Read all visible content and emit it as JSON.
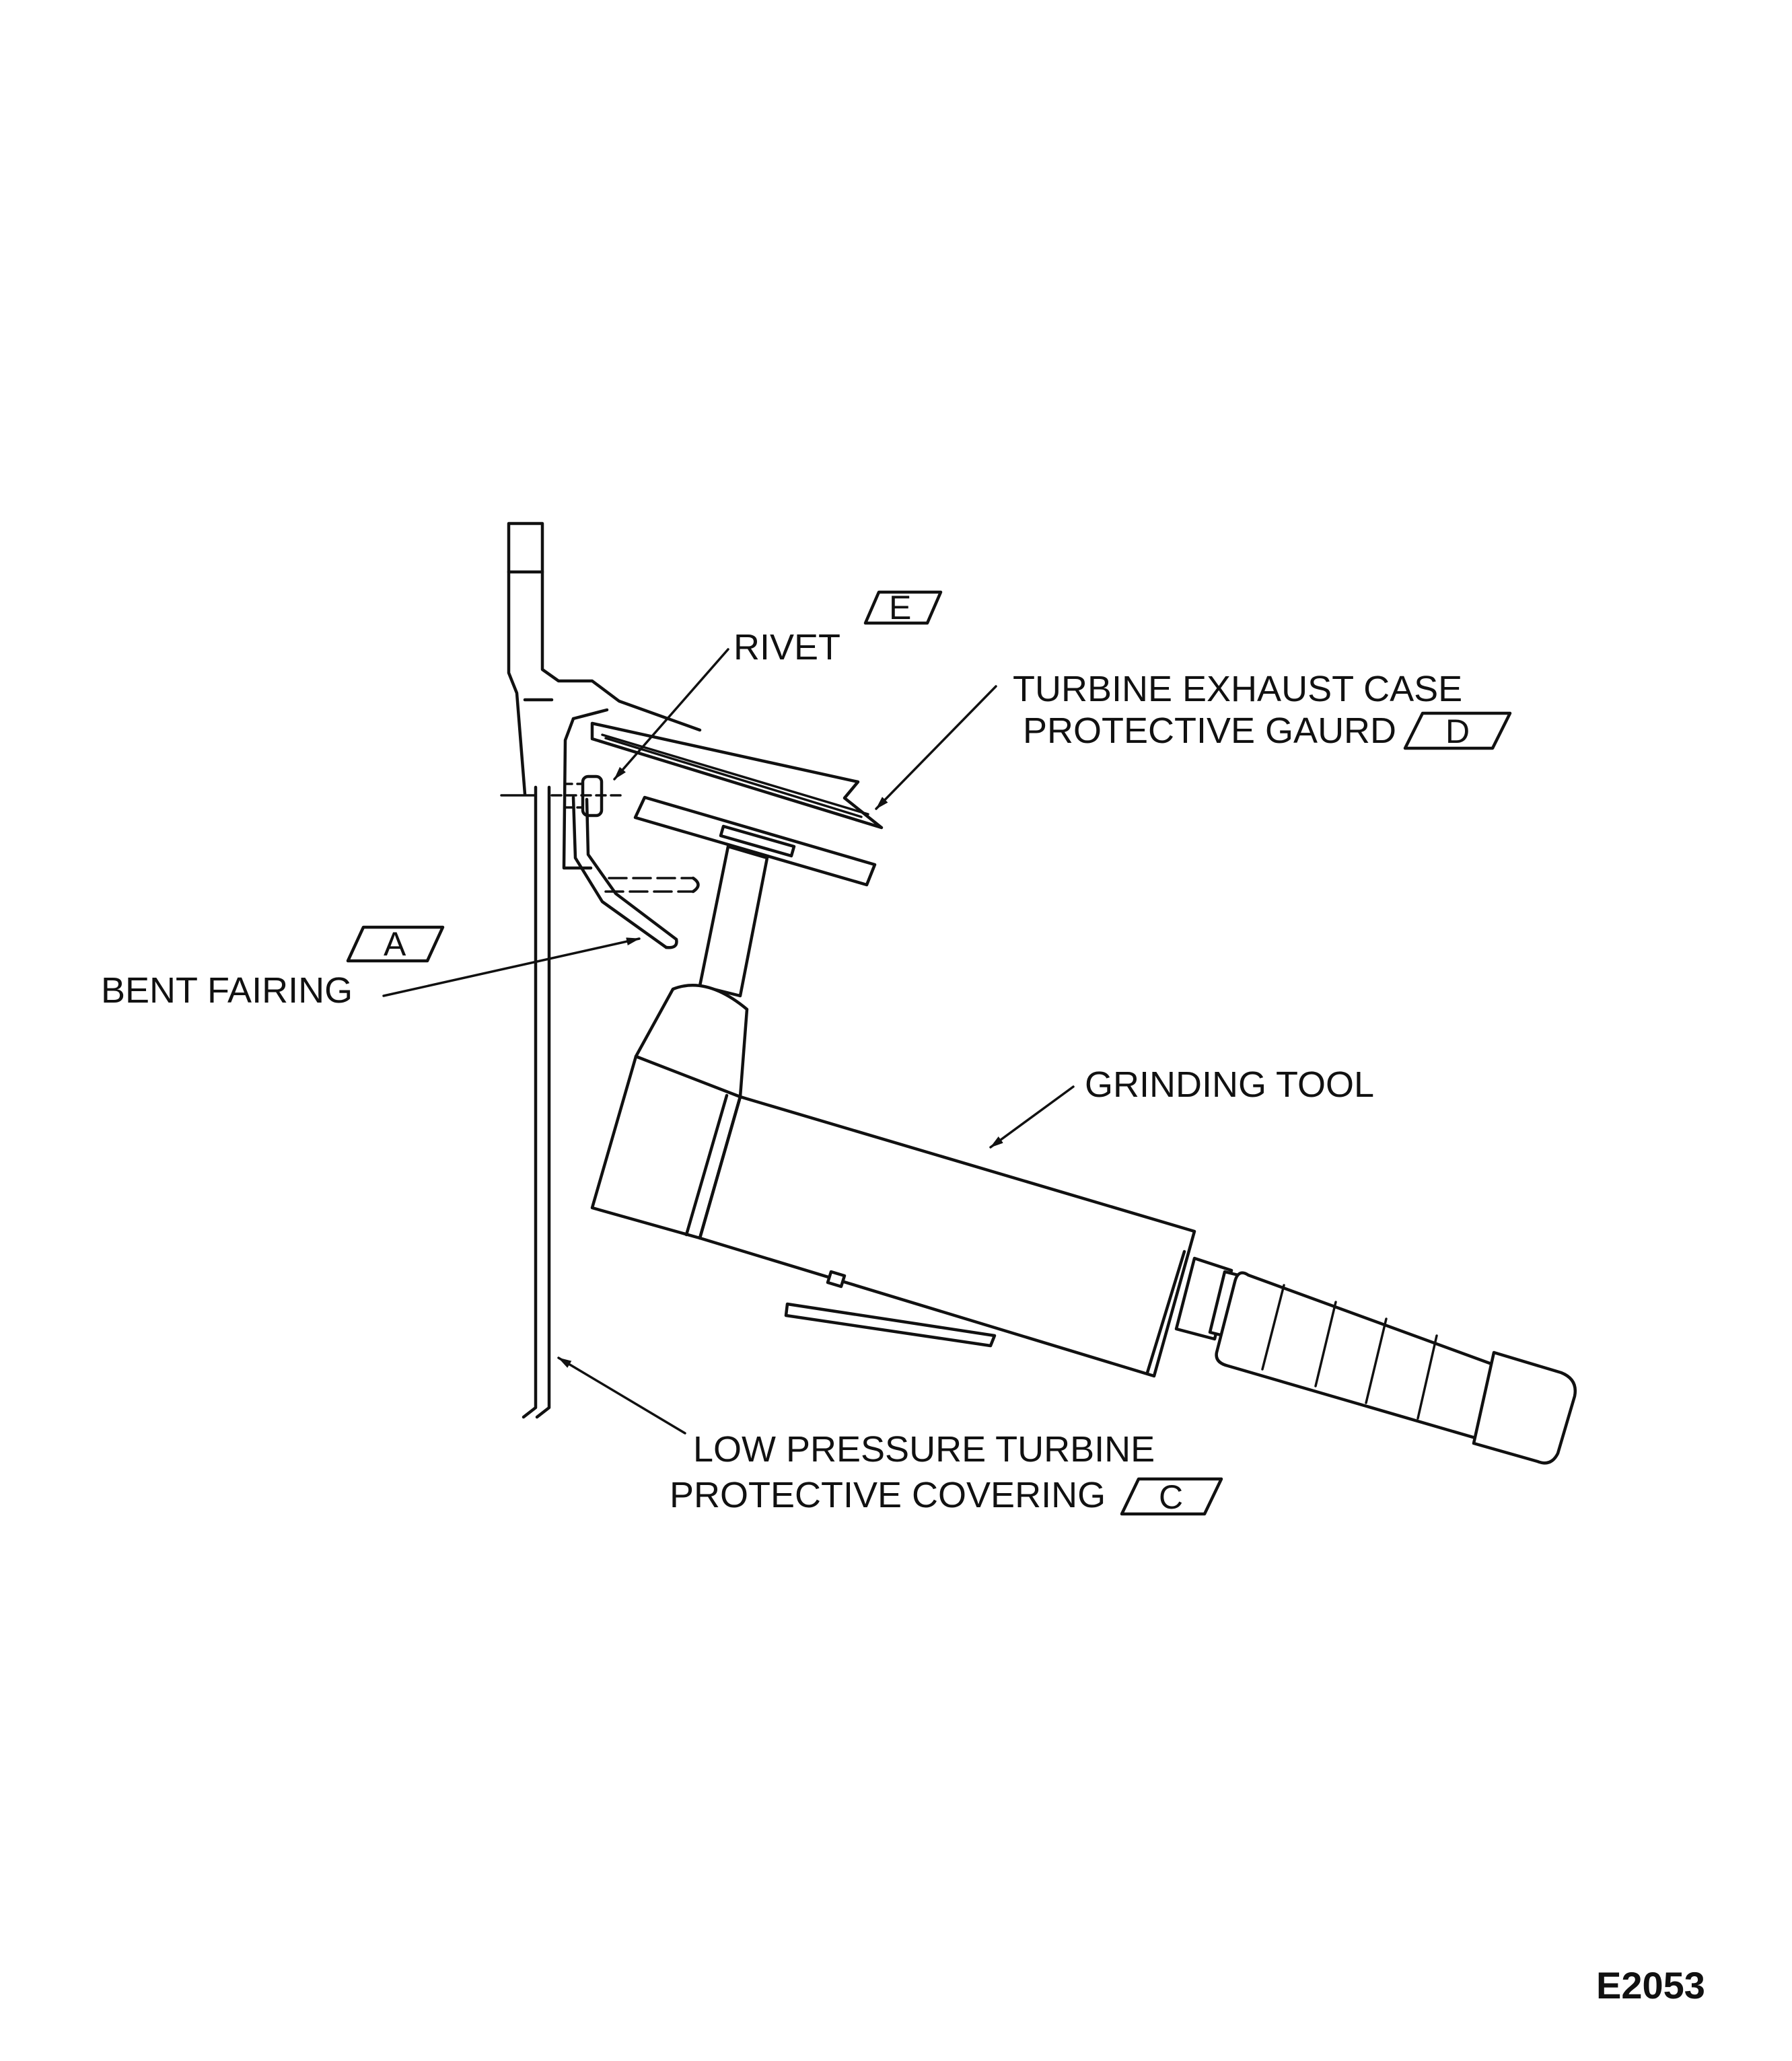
{
  "labels": {
    "rivet": "RIVET",
    "exhaust_line1": "TURBINE EXHAUST CASE",
    "exhaust_line2": "PROTECTIVE GAURD",
    "bent_fairing": "BENT FAIRING",
    "grinding_tool": "GRINDING TOOL",
    "lpt_line1": "LOW PRESSURE TURBINE",
    "lpt_line2": "PROTECTIVE COVERING"
  },
  "refs": {
    "a": "A",
    "c": "C",
    "d": "D",
    "e": "E"
  },
  "figure_id": "E2053"
}
